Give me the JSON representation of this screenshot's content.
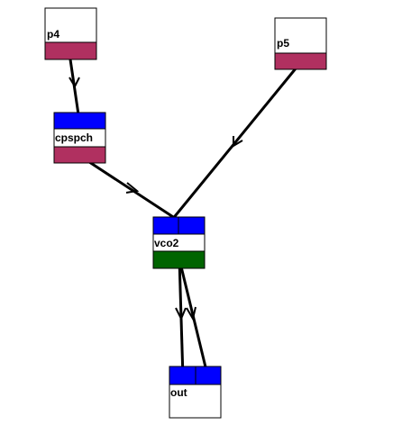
{
  "diagram": {
    "nodes": [
      {
        "id": "p4",
        "label": "p4",
        "inputs": 0,
        "outputs": 1,
        "output_color": "#b03060"
      },
      {
        "id": "p5",
        "label": "p5",
        "inputs": 0,
        "outputs": 1,
        "output_color": "#b03060"
      },
      {
        "id": "cpspch",
        "label": "cpspch",
        "inputs": 1,
        "outputs": 1,
        "input_color": "#0000ff",
        "output_color": "#b03060"
      },
      {
        "id": "vco2",
        "label": "vco2",
        "inputs": 2,
        "outputs": 1,
        "input_color": "#0000ff",
        "output_color": "#006400"
      },
      {
        "id": "out",
        "label": "out",
        "inputs": 2,
        "outputs": 0,
        "input_color": "#0000ff"
      }
    ],
    "edges": [
      {
        "from": "p4",
        "to": "cpspch"
      },
      {
        "from": "cpspch",
        "to": "vco2"
      },
      {
        "from": "p5",
        "to": "vco2"
      },
      {
        "from": "vco2",
        "to": "out"
      },
      {
        "from": "vco2",
        "to": "out"
      }
    ],
    "colors": {
      "input_port": "#0000ff",
      "pitch_output": "#b03060",
      "audio_output": "#006400",
      "edge": "#000000",
      "node_border": "#000000",
      "node_fill": "#ffffff"
    }
  }
}
